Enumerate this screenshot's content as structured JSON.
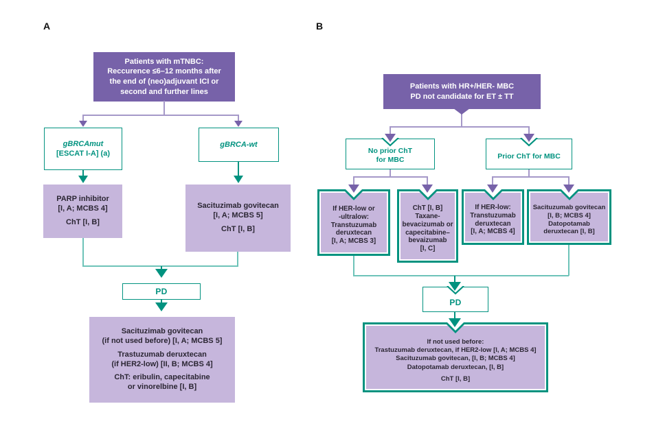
{
  "colors": {
    "purple_dark": "#7762a9",
    "purple_fill": "#c6b6dc",
    "purple_line": "#a598c8",
    "teal": "#00927f",
    "teal_light": "#6dc3b8",
    "text_dark": "#2b2633"
  },
  "panel_a": {
    "label": "A",
    "header": "Patients with mTNBC:\nReccurence ≤6–12 months after\nthe end of (neo)adjuvant ICI or\nsecond and further lines",
    "branch_mut": {
      "name": "gBRCAmut",
      "detail": "[ESCAT I-A] (a)"
    },
    "branch_wt": {
      "name": "gBRCA-wt"
    },
    "parp": {
      "g1": "PARP inhibitor\n[I, A; MCBS 4]",
      "g2": "ChT [I, B]"
    },
    "sacituzimab": {
      "g1": "Sacituzimab govitecan\n[I, A; MCBS 5]",
      "g2": "ChT [I, B]"
    },
    "pd": "PD",
    "final": {
      "g1": "Sacituzimab govitecan\n(if not used before) [I, A; MCBS 5]",
      "g2": "Trastuzumab deruxtecan\n(if HER2-low) [II, B; MCBS 4]",
      "g3": "ChT: eribulin, capecitabine\nor vinorelbine [I, B]"
    }
  },
  "panel_b": {
    "label": "B",
    "header": "Patients with HR+/HER- MBC\nPD not candidate for ET ± TT",
    "no_prior_cht": "No prior ChT\nfor MBC",
    "prior_cht": "Prior ChT for MBC",
    "her_low_ultralow": "If HER-low or\n-ultralow:\nTranstuzumab\nderuxtecan\n[I, A; MCBS 3]",
    "cht_taxane": "ChT [I, B]\nTaxane-\nbevacizumab or\ncapecitabine–\nbevaizumab\n[I, C]",
    "her_low": "If HER-low:\nTranstuzumab\nderuxtecan\n[I, A; MCBS 4]",
    "sg_dato": "Sacituzumab govitecan\n[I, B; MCBS 4]\nDatopotamab\nderuxtecan [I, B]",
    "pd": "PD",
    "final": {
      "g1": "If not used before:\nTrastuzumab deruxtecan, if HER2-low [I, A; MCBS 4]\nSacituzumab govitecan, [I, B; MCBS 4]\nDatopotamab deruxtecan, [I, B]",
      "g2": "ChT [I, B]"
    }
  }
}
